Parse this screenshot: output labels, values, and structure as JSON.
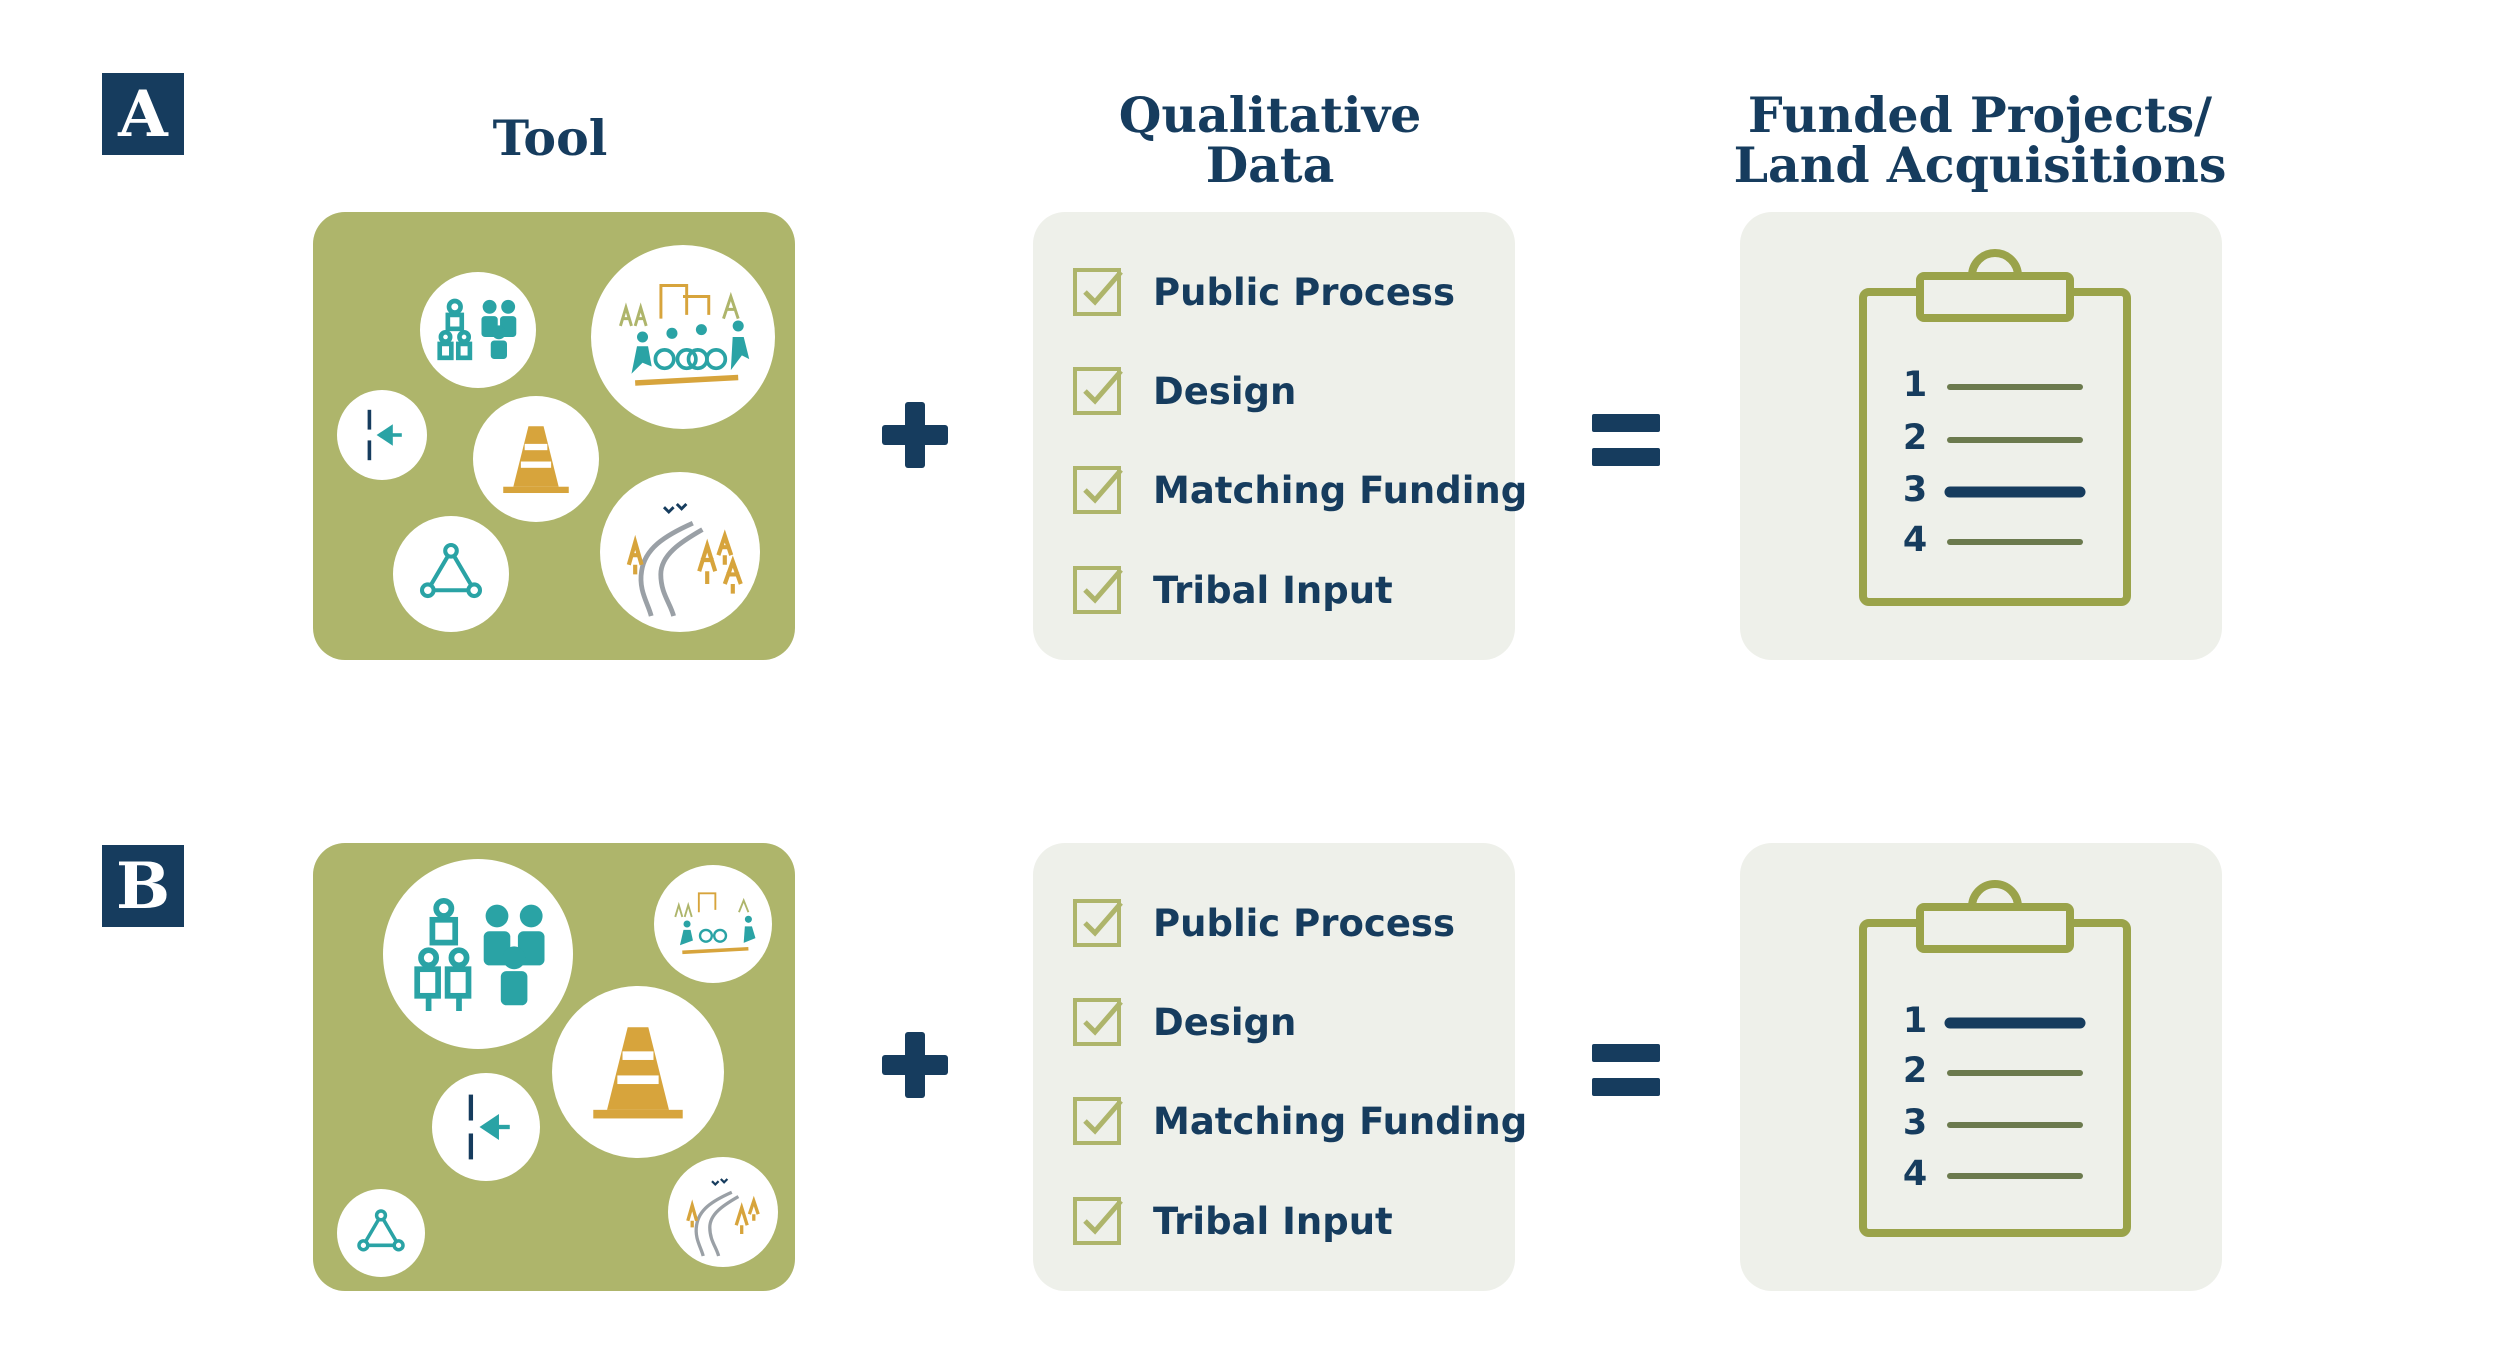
{
  "colors": {
    "navy": "#163c5e",
    "olive": "#aeb56b",
    "olive_line": "#9aa34a",
    "light_box": "#eef0ea",
    "teal": "#2aa3a5",
    "gold": "#d7a43c"
  },
  "headers": {
    "tool": "Tool",
    "qualitative": "Qualitative\nData",
    "funded": "Funded Projects/\nLand Acquisitions"
  },
  "rows": [
    {
      "label": "A",
      "qualitative_items": [
        "Public Process",
        "Design",
        "Matching Funding",
        "Tribal Input"
      ],
      "ranking_numbers": [
        "1",
        "2",
        "3",
        "4"
      ],
      "highlighted_rank": "3"
    },
    {
      "label": "B",
      "qualitative_items": [
        "Public Process",
        "Design",
        "Matching Funding",
        "Tribal Input"
      ],
      "ranking_numbers": [
        "1",
        "2",
        "3",
        "4"
      ],
      "highlighted_rank": "1"
    }
  ],
  "icons": {
    "tool_circles": [
      "people-group-icon",
      "trail-users-icon",
      "narrows-arrow-icon",
      "traffic-cone-icon",
      "network-triangle-icon",
      "forest-river-icon"
    ],
    "operators": [
      "plus-icon",
      "equals-icon"
    ],
    "checkbox": "checkbox-checked-icon",
    "clipboard": "clipboard-icon"
  }
}
